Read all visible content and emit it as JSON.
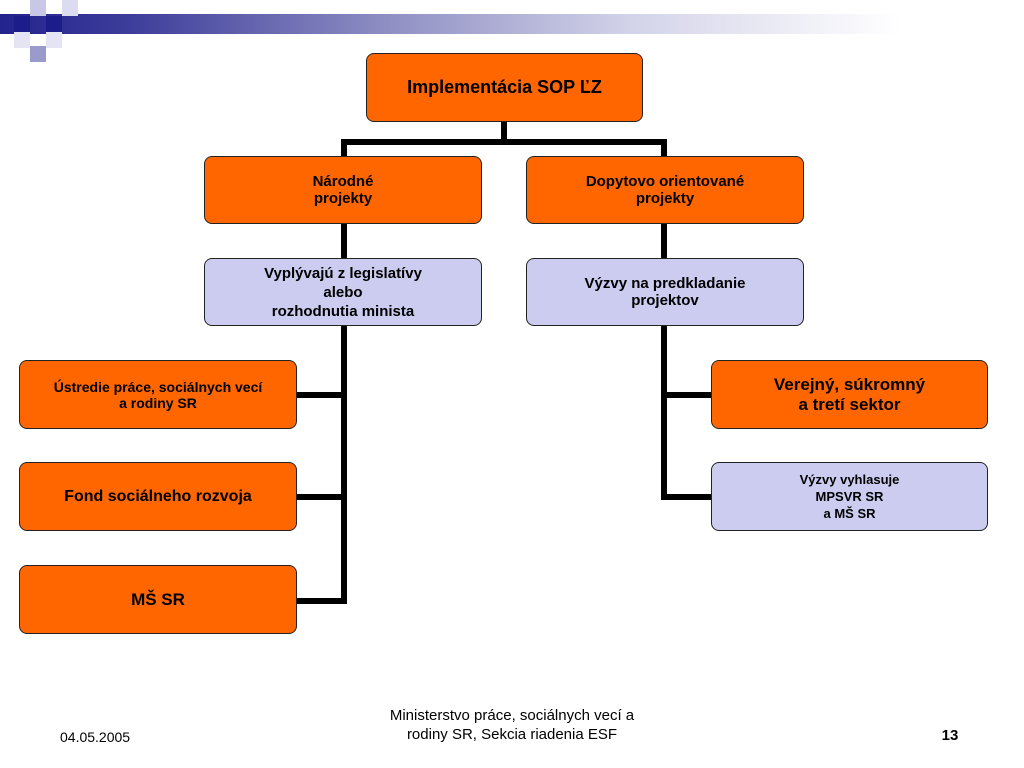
{
  "diagram": {
    "root": "Implementácia SOP ĽZ",
    "left": {
      "title": "Národné\n projekty",
      "sub": "Vyplývajú z legislatívy\nalebo\n rozhodnutia minista",
      "items": [
        "Ústredie práce, sociálnych vecí\na rodiny SR",
        "Fond sociálneho rozvoja",
        "MŠ SR"
      ]
    },
    "right": {
      "title": "Dopytovo orientované\nprojekty",
      "sub": "Výzvy na predkladanie\nprojektov",
      "items": [
        "Verejný, súkromný\na tretí sektor",
        "Výzvy vyhlasuje\nMPSVR SR\na MŠ SR"
      ]
    }
  },
  "footer": {
    "date": "04.05.2005",
    "org": "Ministerstvo práce, sociálnych vecí a\nrodiny SR, Sekcia riadenia ESF",
    "page": "13"
  },
  "colors": {
    "orange_box": "#ff6600",
    "lilac_box": "#ccccf0",
    "banner": "#23238e"
  }
}
